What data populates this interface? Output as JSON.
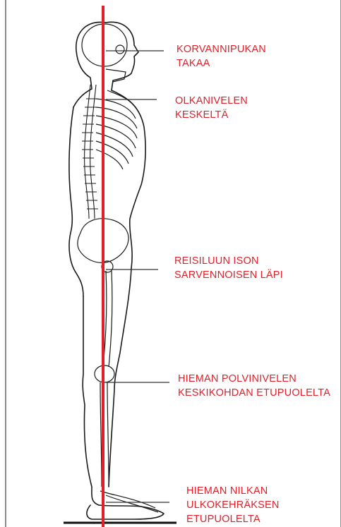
{
  "labels": {
    "ear": {
      "line1": "KORVANNIPUKAN",
      "line2": "TAKAA"
    },
    "shoulder": {
      "line1": "OLKANIVELEN",
      "line2": "KESKELTÄ"
    },
    "hip": {
      "line1": "REISILUUN ISON",
      "line2": "SARVENNOISEN LÄPI"
    },
    "knee": {
      "line1": "HIEMAN POLVINIVELEN",
      "line2": "KESKIKOHDAN ETUPUOLELTA"
    },
    "ankle": {
      "line1": "HIEMAN NILKAN",
      "line2": "ULKOKEHRÄKSEN",
      "line3": "ETUPUOLELTA"
    }
  },
  "colors": {
    "plumb_line": "#e0202a",
    "label_text": "#e0202a",
    "outline": "#1a1a1a",
    "leader": "#333333"
  }
}
